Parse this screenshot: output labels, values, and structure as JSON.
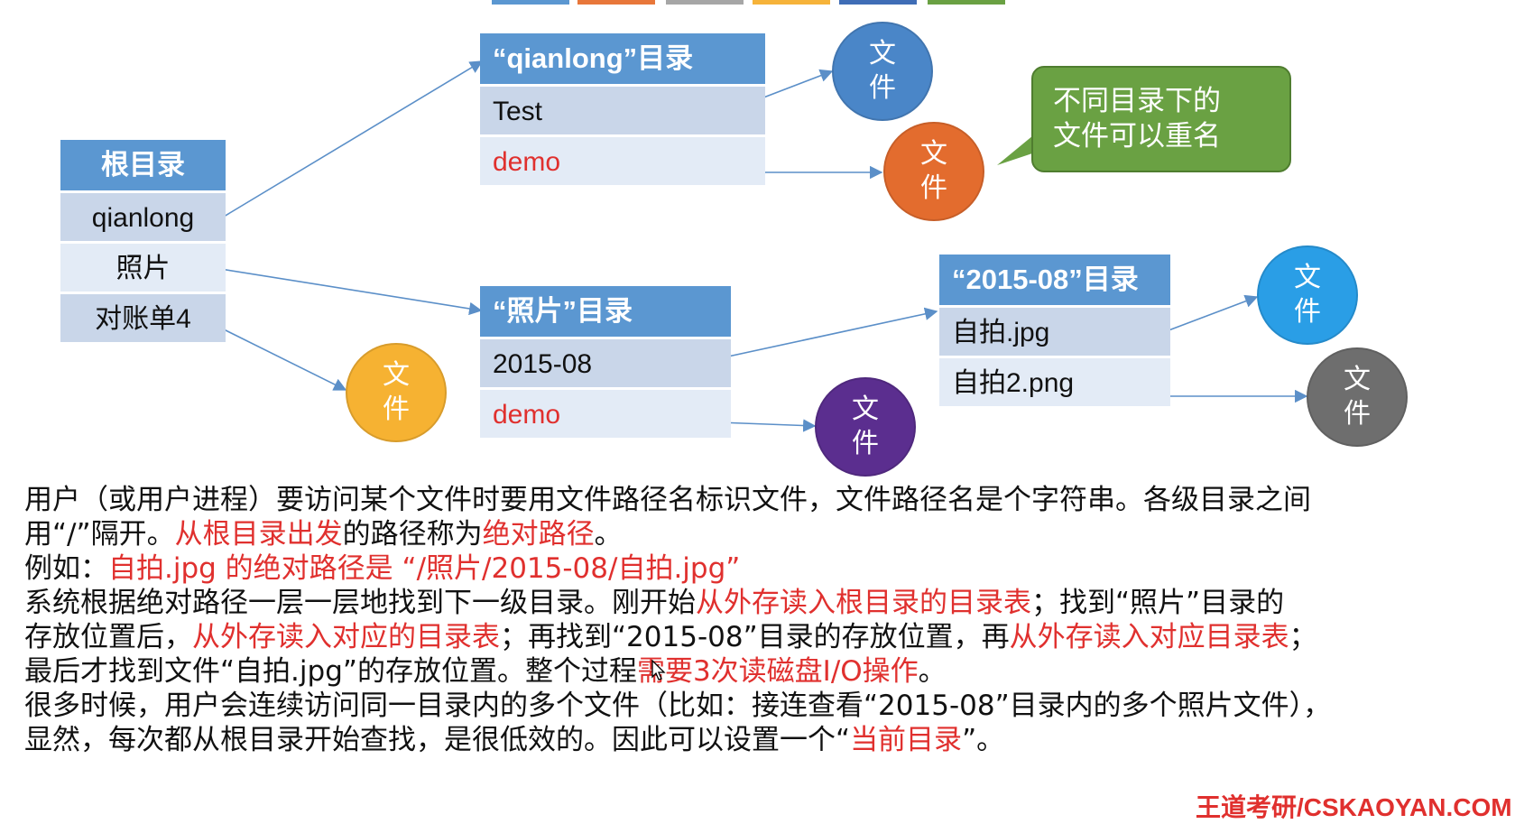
{
  "topbar": {
    "colors": [
      "#5b97d1",
      "#e8773a",
      "#a6a6a6",
      "#f6b33a",
      "#3f6db6",
      "#6aa143"
    ]
  },
  "tables": {
    "root": {
      "header": "根目录",
      "rows": [
        "qianlong",
        "照片",
        "对账单4"
      ]
    },
    "qianlong": {
      "header": "“qianlong”目录",
      "rows": [
        "Test",
        "demo"
      ]
    },
    "photos": {
      "header": "“照片”目录",
      "rows": [
        "2015-08",
        "demo"
      ]
    },
    "y2015": {
      "header": "“2015-08”目录",
      "rows": [
        "自拍.jpg",
        "自拍2.png"
      ]
    }
  },
  "files": {
    "label": "文件",
    "colors": {
      "blue": "#4a86c8",
      "orange": "#e36c2e",
      "yellow": "#f6b232",
      "purple": "#5b2e8f",
      "lightblue": "#2a9ee6",
      "gray": "#6e6e6e"
    }
  },
  "note": {
    "line1": "不同目录下的",
    "line2": "文件可以重名",
    "color": "#6aa143"
  },
  "text": {
    "p1a": "用户（或用户进程）要访问某个文件时要用文件路径名标识文件，文件路径名是个字符串。各级目录之间",
    "p1b_1": "用“/”隔开。",
    "p1b_2": "从根目录出发",
    "p1b_3": "的路径称为",
    "p1b_4": "绝对路径",
    "p1b_5": "。",
    "p2_1": "例如：",
    "p2_2": "自拍.jpg 的绝对路径是 “/照片/2015-08/自拍.jpg”",
    "p3a_1": "系统根据绝对路径一层一层地找到下一级目录。刚开始",
    "p3a_2": "从外存读入根目录的目录表",
    "p3a_3": "；找到“照片”目录的",
    "p3b_1": "存放位置后，",
    "p3b_2": "从外存读入对应的目录表",
    "p3b_3": "；再找到“2015-08”目录的存放位置，再",
    "p3b_4": "从外存读入对应目录表",
    "p3b_5": "；",
    "p3c_1": "最后才找到文件“自拍.jpg”的存放位置。整个过程",
    "p3c_2": "需要3次读磁盘I/O操作",
    "p3c_3": "。",
    "p4a": "很多时候，用户会连续访问同一目录内的多个文件（比如：接连查看“2015-08”目录内的多个照片文件），",
    "p4b_1": "显然，每次都从根目录开始查找，是很低效的。因此可以设置一个“",
    "p4b_2": "当前目录",
    "p4b_3": "”。"
  },
  "watermark": "王道考研/CSKAOYAN.COM",
  "accent_red": "#e0302e",
  "arrow_color": "#5b8fc8"
}
